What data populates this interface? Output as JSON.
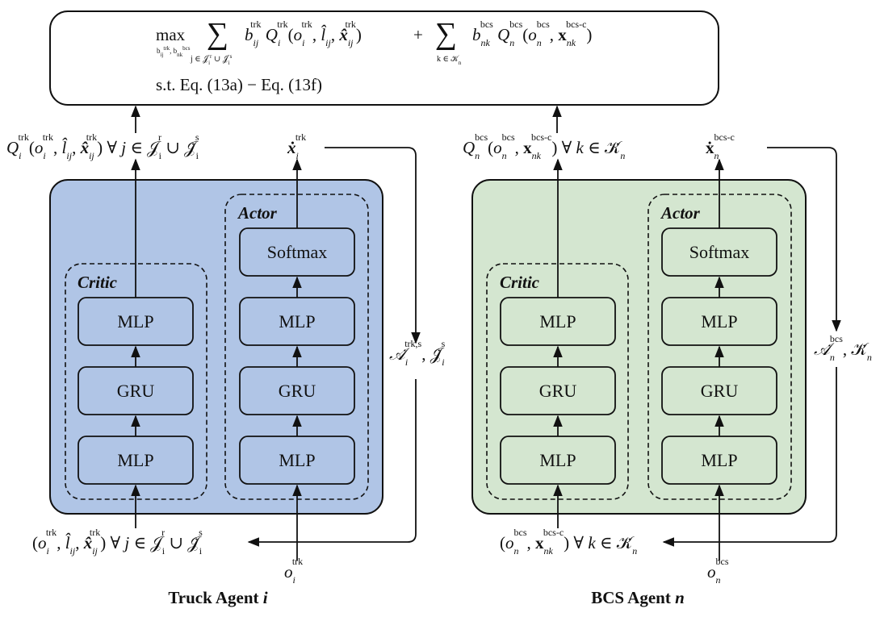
{
  "objective": {
    "max_label": "max",
    "max_sub": "b_ij^trk, b_nk^bcs",
    "term1": "∑ b_ij^trk Q_i^trk(o_i^trk, l̂_ij, x̂_ij^trk)",
    "sum1_sub": "j ∈ 𝒥_i^r ∪ 𝒥̇_i^s",
    "plus": "+",
    "term2": "∑ b_nk^bcs Q_n^bcs(o_n^bcs, x_nk^bcs-c)",
    "sum2_sub": "k ∈ 𝒦̇_n",
    "constraint": "s.t. Eq. (13a) − Eq. (13f)"
  },
  "truck": {
    "title": "Truck Agent i",
    "critic_label": "Critic",
    "actor_label": "Actor",
    "critic_blocks": [
      "MLP",
      "GRU",
      "MLP"
    ],
    "actor_blocks": [
      "Softmax",
      "MLP",
      "GRU",
      "MLP"
    ],
    "critic_output": "Q_i^trk(o_i^trk, l̂_ij, x̂_ij^trk) ∀ j ∈ 𝒥_i^r ∪ 𝒥̇_i^s",
    "actor_output": "ẋ_i^trk",
    "side_label": "𝒜̇_i^trk,s, 𝒥̇_i^s",
    "critic_input": "(o_i^trk, l̂_ij, x̂_ij^trk) ∀ j ∈ 𝒥_i^r ∪ 𝒥̇_i^s",
    "actor_input": "o_i^trk"
  },
  "bcs": {
    "title": "BCS Agent n",
    "critic_label": "Critic",
    "actor_label": "Actor",
    "critic_blocks": [
      "MLP",
      "GRU",
      "MLP"
    ],
    "actor_blocks": [
      "Softmax",
      "MLP",
      "GRU",
      "MLP"
    ],
    "critic_output": "Q_n^bcs(o_n^bcs, x_nk^bcs-c) ∀ k ∈ 𝒦̇_n",
    "actor_output": "ẋ_n^bcs-c",
    "side_label": "𝒜̇_n^bcs, 𝒦̇_n",
    "critic_input": "(o_n^bcs, x_nk^bcs-c) ∀ k ∈ 𝒦̇_n",
    "actor_input": "o_n^bcs"
  },
  "colors": {
    "truck_fill": "#b0c5e6",
    "bcs_fill": "#d4e6d0",
    "stroke": "#111111"
  }
}
